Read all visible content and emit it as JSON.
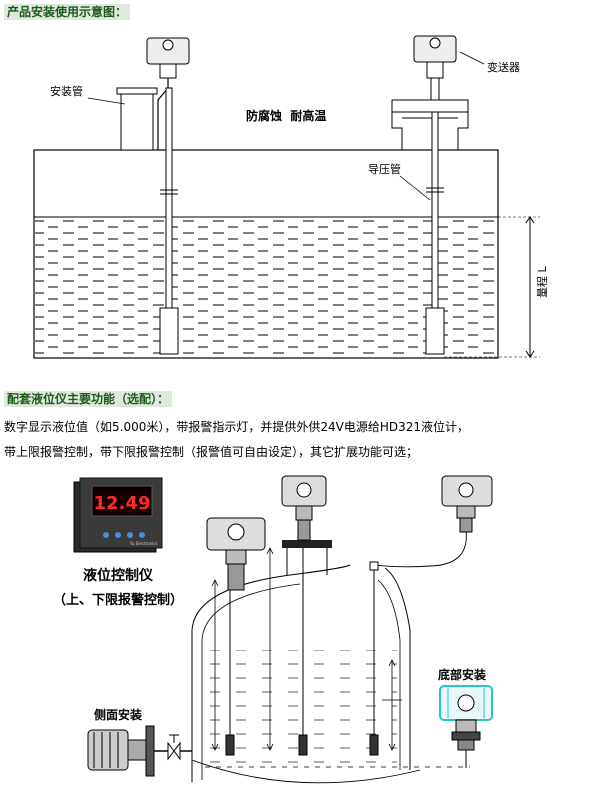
{
  "section1": {
    "title": "产品安装使用示意图：",
    "label_install_pipe": "安装管",
    "label_transmitter": "变送器",
    "label_features": "防腐蚀  耐高温",
    "label_guide_pipe": "导压管",
    "label_range": "量程 L"
  },
  "section2": {
    "title": "配套液位仪主要功能（选配）：",
    "line1": "数字显示液位值（如5.000米），带报警指示灯，并提供外供24V电源给HD321液位计，",
    "line2": "带上限报警控制，带下限报警控制（报警值可自由设定），其它扩展功能可选；",
    "controller_display": "12.49",
    "controller_brand": "Yu Electronics",
    "label_controller": "液位控制仪",
    "label_alarm": "（上、下限报警控制）",
    "label_side_mount": "侧面安装",
    "label_bottom_mount": "底部安装"
  }
}
